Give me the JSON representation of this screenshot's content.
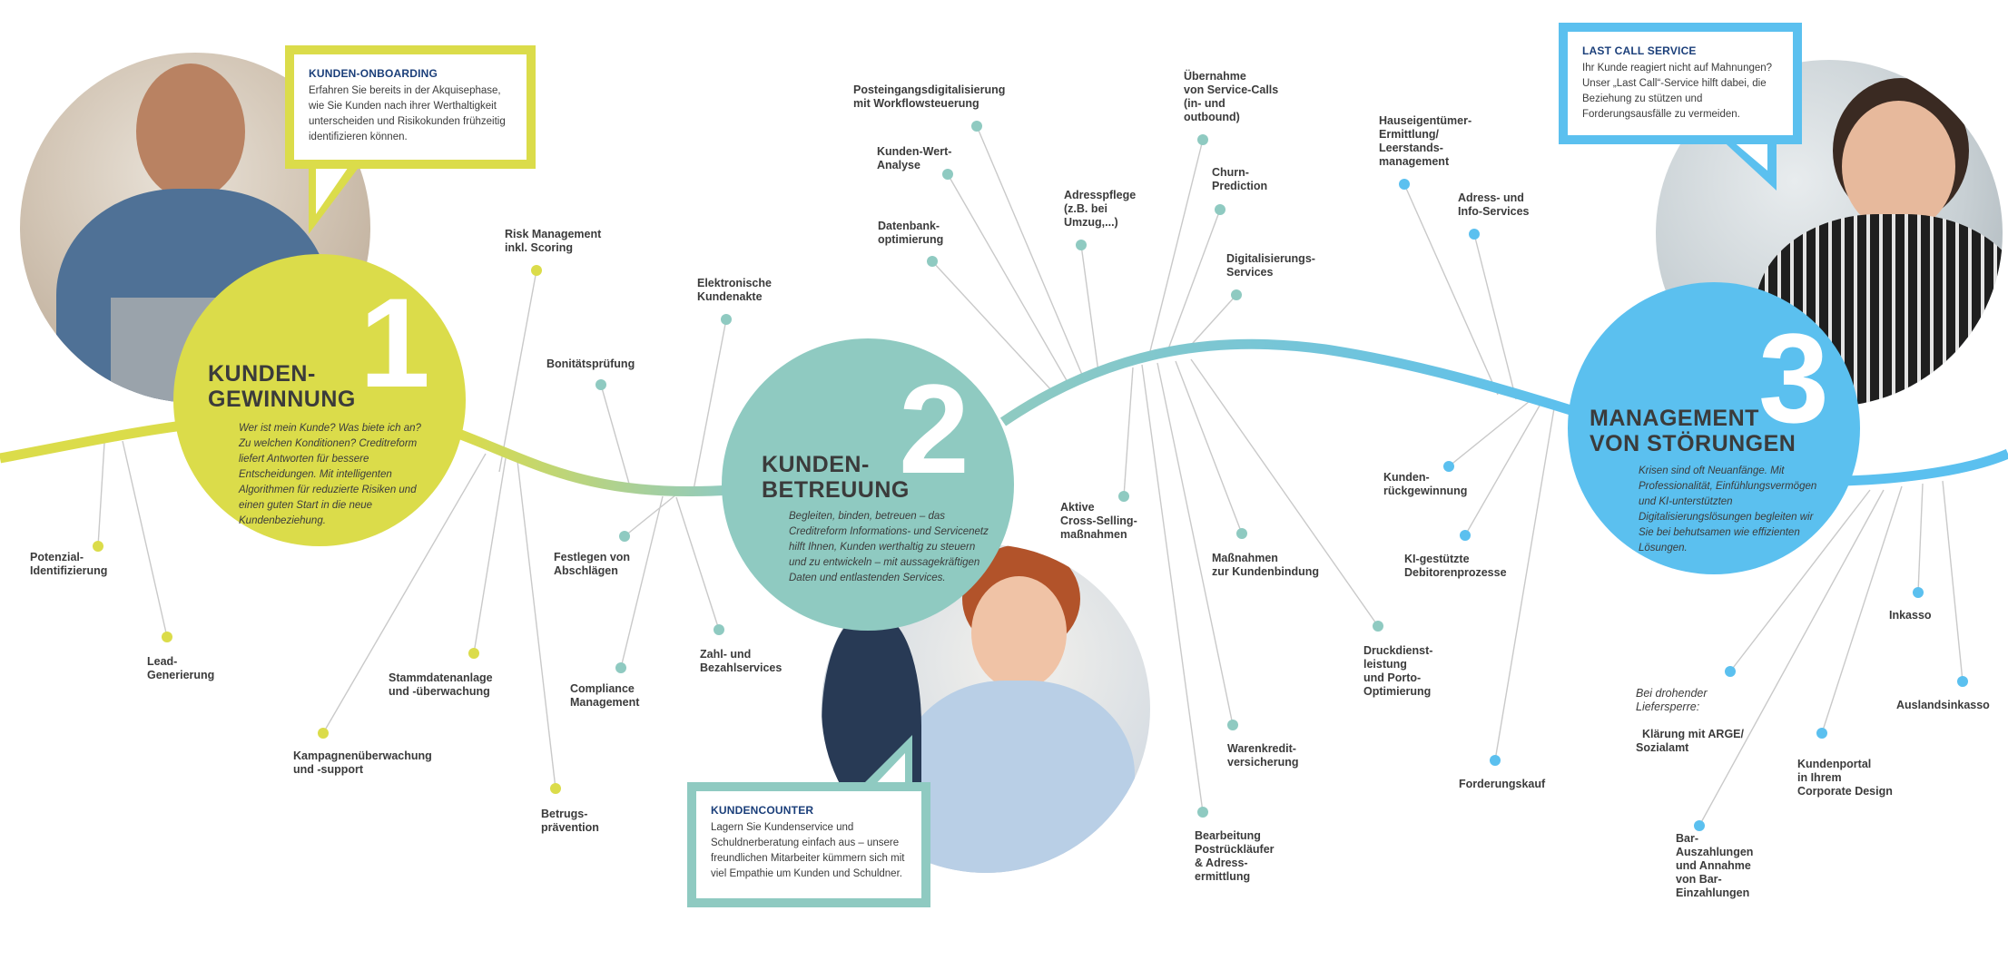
{
  "colors": {
    "stage1": "#dbdc4a",
    "stage2": "#8fcac1",
    "stage3": "#5bc0ef",
    "connector": "#c9c9c9",
    "title_dark": "#1b3f7a"
  },
  "stages": [
    {
      "number": "1",
      "title": "KUNDEN-\nGEWINNUNG",
      "description": "Wer ist mein Kunde? Was biete ich an? Zu welchen Konditionen? Creditreform liefert Antworten für bessere Entscheidungen. Mit intelligenten Algorithmen für reduzierte Risiken und einen guten Start in die neue Kundenbeziehung."
    },
    {
      "number": "2",
      "title": "KUNDEN-\nBETREUUNG",
      "description": "Begleiten, binden, betreuen – das Creditreform Informations- und Servicenetz hilft Ihnen, Kunden werthaltig zu steuern und zu entwickeln – mit aussagekräftigen Daten und entlastenden Services."
    },
    {
      "number": "3",
      "title": "MANAGEMENT\nVON STÖRUNGEN",
      "description": "Krisen sind oft Neuanfänge. Mit Professionalität, Einfühlungsvermögen und KI-unterstützten Digitalisierungslösungen begleiten wir Sie bei behutsamen wie effizienten Lösungen."
    }
  ],
  "callouts": [
    {
      "title": "KUNDEN-ONBOARDING",
      "text": "Erfahren Sie bereits in der Akquisephase, wie Sie Kunden nach ihrer Werthaltigkeit unterscheiden und Risikokunden frühzeitig identifizieren können."
    },
    {
      "title": "KUNDENCOUNTER",
      "text": "Lagern Sie Kundenservice und Schuldnerberatung einfach aus – unsere freundlichen Mitarbeiter kümmern sich mit viel Empathie um Kunden und Schuldner."
    },
    {
      "title": "LAST CALL SERVICE",
      "text": "Ihr Kunde reagiert nicht auf Mahnungen? Unser „Last Call“-Service hilft dabei, die Beziehung zu stützen und Forderungsausfälle zu vermeiden."
    }
  ],
  "services": [
    {
      "label": "Potenzial-\nIdentifizierung",
      "stage": 1
    },
    {
      "label": "Lead-\nGenerierung",
      "stage": 1
    },
    {
      "label": "Kampagnenüberwachung\nund -support",
      "stage": 1
    },
    {
      "label": "Risk Management\ninkl. Scoring",
      "stage": 1
    },
    {
      "label": "Stammdatenanlage\nund -überwachung",
      "stage": 1
    },
    {
      "label": "Betrugs-\nprävention",
      "stage": 1
    },
    {
      "label": "Bonitätsprüfung",
      "stage": 2
    },
    {
      "label": "Festlegen von\nAbschlägen",
      "stage": 2
    },
    {
      "label": "Compliance\nManagement",
      "stage": 2
    },
    {
      "label": "Elektronische\nKundenakte",
      "stage": 2
    },
    {
      "label": "Zahl- und\nBezahlservices",
      "stage": 2
    },
    {
      "label": "Posteingangsdigitalisierung\nmit Workflowsteuerung",
      "stage": 2
    },
    {
      "label": "Kunden-Wert-\nAnalyse",
      "stage": 2
    },
    {
      "label": "Datenbank-\noptimierung",
      "stage": 2
    },
    {
      "label": "Adresspflege\n(z.B. bei\nUmzug,...)",
      "stage": 2
    },
    {
      "label": "Übernahme\nvon Service-Calls\n(in- und\noutbound)",
      "stage": 2
    },
    {
      "label": "Churn-\nPrediction",
      "stage": 2
    },
    {
      "label": "Digitalisierungs-\nServices",
      "stage": 2
    },
    {
      "label": "Aktive\nCross-Selling-\nmaßnahmen",
      "stage": 2
    },
    {
      "label": "Maßnahmen\nzur Kundenbindung",
      "stage": 2
    },
    {
      "label": "Druckdienst-\nleistung\nund Porto-\nOptimierung",
      "stage": 2
    },
    {
      "label": "Warenkredit-\nversicherung",
      "stage": 2
    },
    {
      "label": "Bearbeitung\nPostrückläufer\n& Adress-\nermittlung",
      "stage": 2
    },
    {
      "label": "Hauseigentümer-\nErmittlung/\nLeerstands-\nmanagement",
      "stage": 3
    },
    {
      "label": "Adress- und\nInfo-Services",
      "stage": 3
    },
    {
      "label": "Kunden-\nrückgewinnung",
      "stage": 3
    },
    {
      "label": "KI-gestützte\nDebitorenprozesse",
      "stage": 3
    },
    {
      "label": "Forderungskauf",
      "stage": 3
    },
    {
      "label": "Klärung mit ARGE/\nSozialamt",
      "prefix": "Bei drohender\nLiefersperre:",
      "stage": 3
    },
    {
      "label": "Bar-\nAuszahlungen\nund Annahme\nvon Bar-\nEinzahlungen",
      "stage": 3
    },
    {
      "label": "Kundenportal\nin Ihrem\nCorporate Design",
      "stage": 3
    },
    {
      "label": "Inkasso",
      "stage": 3
    },
    {
      "label": "Auslandsinkasso",
      "stage": 3
    }
  ]
}
